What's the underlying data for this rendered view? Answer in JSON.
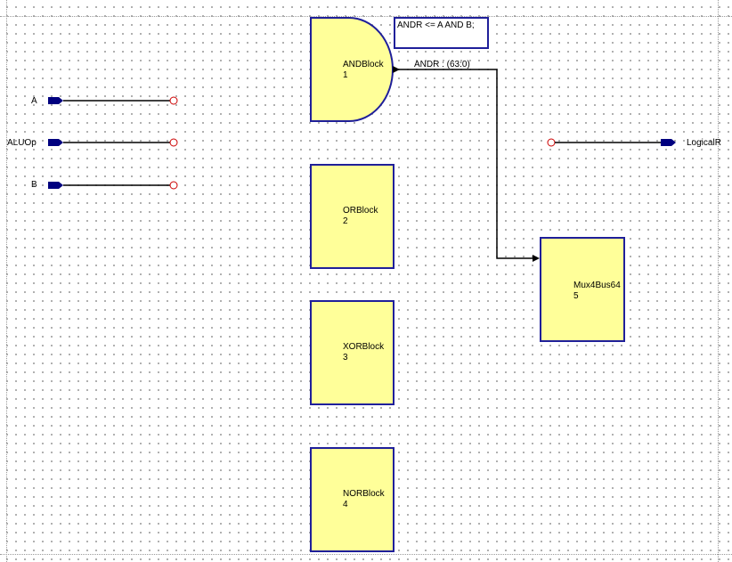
{
  "ports_in": [
    {
      "name": "A"
    },
    {
      "name": "ALUOp"
    },
    {
      "name": "B"
    }
  ],
  "ports_out": [
    {
      "name": "LogicalR"
    }
  ],
  "blocks": [
    {
      "name": "ANDBlock",
      "index": "1"
    },
    {
      "name": "ORBlock",
      "index": "2"
    },
    {
      "name": "XORBlock",
      "index": "3"
    },
    {
      "name": "NORBlock",
      "index": "4"
    },
    {
      "name": "Mux4Bus64",
      "index": "5"
    }
  ],
  "code_box": {
    "text": "ANDR <= A AND B;"
  },
  "nets": [
    {
      "label": "ANDR : (63:0)"
    }
  ],
  "colors": {
    "block_fill": "#ffff99",
    "block_border": "#1f1f9a",
    "port_fill": "#00007f",
    "pin_circle": "#cc0000",
    "wire": "#000000",
    "grid_dot": "#9a9a9a"
  }
}
